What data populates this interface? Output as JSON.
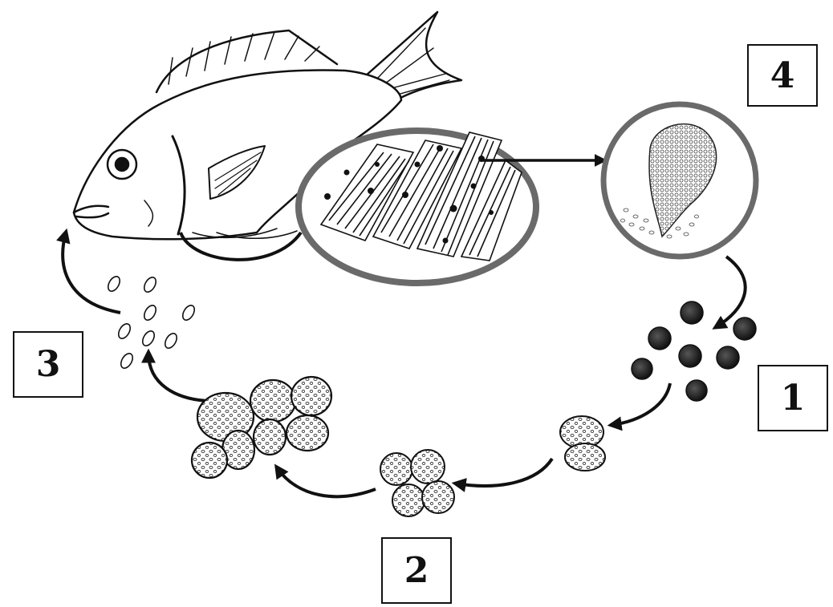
{
  "diagram": {
    "stages": [
      {
        "id": "1",
        "label": "1"
      },
      {
        "id": "2",
        "label": "2"
      },
      {
        "id": "3",
        "label": "3"
      },
      {
        "id": "4",
        "label": "4"
      }
    ]
  }
}
